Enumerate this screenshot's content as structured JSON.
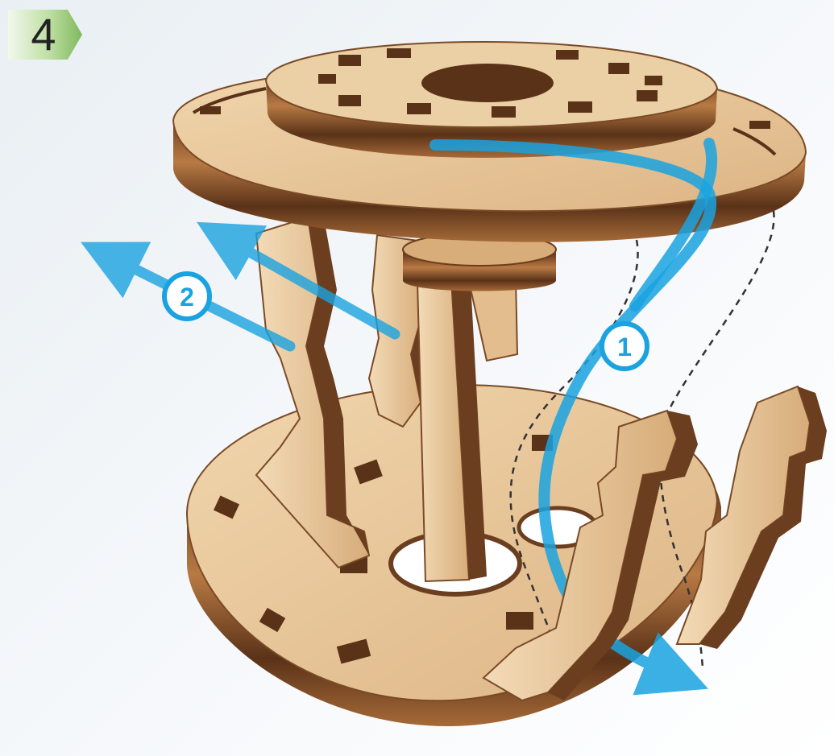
{
  "step": {
    "number": "4"
  },
  "markers": [
    {
      "label": "1"
    },
    {
      "label": "2"
    }
  ],
  "icons": {
    "badge": "green-hexagon-badge",
    "arrows": [
      "blue-curved-arrow-down",
      "blue-arrow-left"
    ],
    "paths": "dashed-motion-path"
  },
  "colors": {
    "badge_green": "#8cc16a",
    "arrow_blue": "#1aa3e0",
    "wood_light": "#e6c79b",
    "wood_mid": "#c99a66",
    "wood_dark": "#6b3e20",
    "background": "#eef3f6"
  }
}
